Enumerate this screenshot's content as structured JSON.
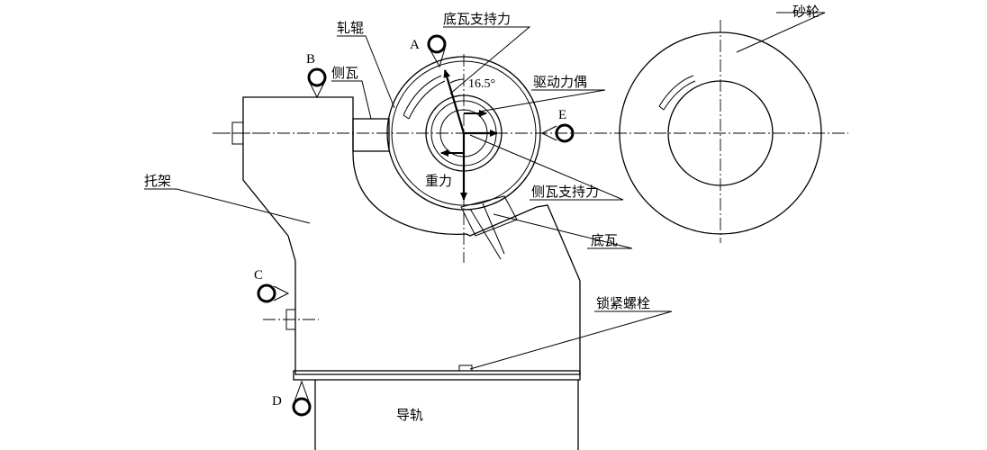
{
  "labels": {
    "grinding_wheel": "砂轮",
    "bottom_shoe_support": "底瓦支持力",
    "roll": "轧辊",
    "side_shoe": "侧瓦",
    "drive_couple": "驱动力偶",
    "angle": "16.5°",
    "gravity": "重力",
    "side_shoe_support": "侧瓦支持力",
    "bracket": "托架",
    "bottom_shoe": "底瓦",
    "locking_bolt": "锁紧螺栓",
    "guide_rail": "导轨"
  },
  "points": {
    "a": "A",
    "b": "B",
    "c": "C",
    "d": "D",
    "e": "E"
  }
}
